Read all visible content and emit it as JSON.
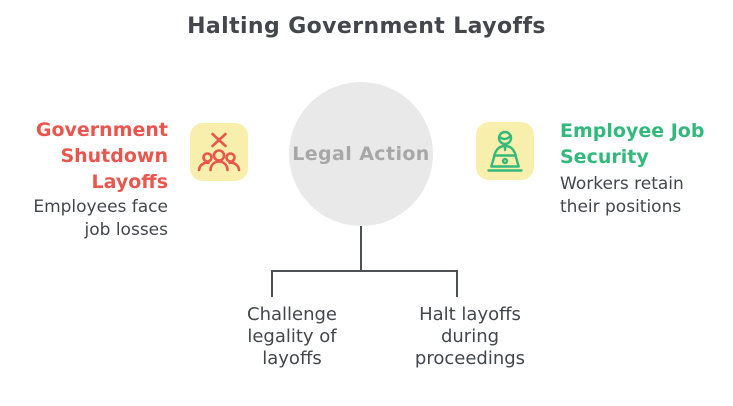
{
  "title": "Halting Government Layoffs",
  "colors": {
    "red": "#e8564e",
    "green": "#34b97c",
    "yellow": "#f9efad",
    "circle-fill": "#e9e9e9",
    "circle-text": "#a7a7a7",
    "dark-text": "#43474c",
    "line": "#4d5054"
  },
  "center": {
    "label": "Legal Action"
  },
  "left_node": {
    "heading_lines": [
      "Government",
      "Shutdown",
      "Layoffs"
    ],
    "sub_lines": [
      "Employees face",
      "job losses"
    ],
    "icon": "crossed-out-team-icon"
  },
  "right_node": {
    "heading_lines": [
      "Employee Job",
      "Security"
    ],
    "sub_lines": [
      "Workers retain",
      "their positions"
    ],
    "icon": "employee-at-laptop-icon"
  },
  "branches": [
    {
      "lines": [
        "Challenge",
        "legality of",
        "layoffs"
      ]
    },
    {
      "lines": [
        "Halt layoffs",
        "during",
        "proceedings"
      ]
    }
  ]
}
